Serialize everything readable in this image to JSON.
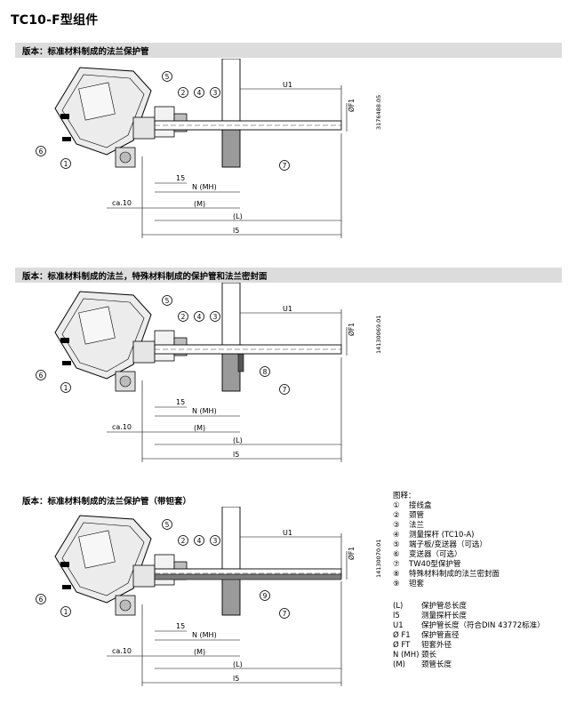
{
  "page": {
    "title": "TC10-F型组件"
  },
  "sections": [
    {
      "label": "版本：标准材料制成的法兰保护管",
      "doc_number": "3176488.05"
    },
    {
      "label": "版本：标准材料制成的法兰，特殊材料制成的保护管和法兰密封面",
      "doc_number": "14130069.01"
    },
    {
      "label": "版本：标准材料制成的法兰保护管（带钽套）",
      "doc_number": "14130070.01"
    }
  ],
  "dims": {
    "u1": "U1",
    "f1": "ØF1",
    "n": "N (MH)",
    "m": "(M)",
    "l": "(L)",
    "l5": "l5",
    "ca": "ca.10",
    "d15": "15"
  },
  "callouts": [
    "1",
    "2",
    "3",
    "4",
    "5",
    "6",
    "7",
    "8",
    "9"
  ],
  "legend": {
    "heading": "图释：",
    "numbered": [
      {
        "k": "①",
        "v": "接线盒"
      },
      {
        "k": "②",
        "v": "颈管"
      },
      {
        "k": "③",
        "v": "法兰"
      },
      {
        "k": "④",
        "v": "测量探杆 (TC10-A)"
      },
      {
        "k": "⑤",
        "v": "端子板/变送器（可选）"
      },
      {
        "k": "⑥",
        "v": "变送器（可选）"
      },
      {
        "k": "⑦",
        "v": "TW40型保护管"
      },
      {
        "k": "⑧",
        "v": "特殊材料制成的法兰密封面"
      },
      {
        "k": "⑨",
        "v": "钽套"
      }
    ],
    "symbols": [
      {
        "k": "(L)",
        "v": "保护管总长度"
      },
      {
        "k": "l5",
        "v": "测量探杆长度"
      },
      {
        "k": "U1",
        "v": "保护管长度（符合DIN 43772标准）"
      },
      {
        "k": "Ø F1",
        "v": "保护管直径"
      },
      {
        "k": "Ø FT",
        "v": "钽套外径"
      },
      {
        "k": "N (MH)",
        "v": "颈长"
      },
      {
        "k": "(M)",
        "v": "颈管长度"
      }
    ]
  }
}
